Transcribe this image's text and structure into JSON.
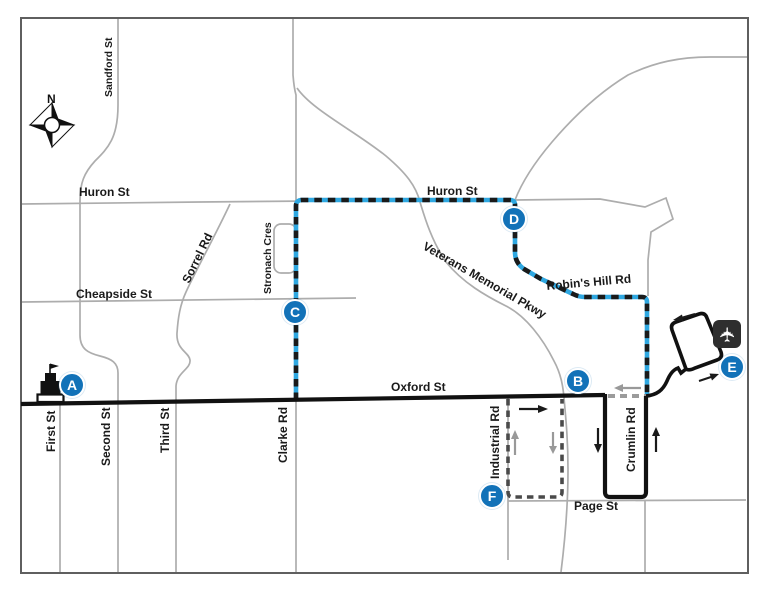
{
  "map": {
    "compass": {
      "north_label": "N"
    },
    "street_labels": {
      "sandford_st": "Sandford St",
      "huron_st_west": "Huron St",
      "huron_st_east": "Huron St",
      "sorrel_rd": "Sorrel Rd",
      "stronach_cres": "Stronach Cres",
      "cheapside_st": "Cheapside St",
      "veterans_memorial_pkwy": "Veterans Memorial Pkwy",
      "robins_hill_rd": "Robin's Hill Rd",
      "oxford_st": "Oxford St",
      "first_st": "First St",
      "second_st": "Second St",
      "third_st": "Third St",
      "clarke_rd": "Clarke Rd",
      "industrial_rd": "Industrial Rd",
      "crumlin_rd": "Crumlin Rd",
      "page_st": "Page St"
    },
    "stops": {
      "a": "A",
      "b": "B",
      "c": "C",
      "d": "D",
      "e": "E",
      "f": "F"
    },
    "icons": {
      "airport_glyph": "✈"
    },
    "colors": {
      "marker_blue": "#1272b8",
      "route_blue": "#2fa8e1",
      "route_black": "#1a1a1a",
      "road_gray": "#adadad",
      "dashed_dark": "#4a4a4a",
      "dashed_light": "#9b9b9b"
    }
  }
}
